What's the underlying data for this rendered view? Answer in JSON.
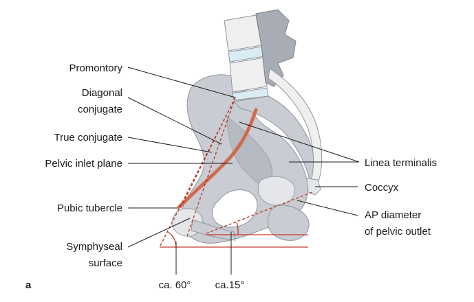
{
  "labels": {
    "promontory": "Promontory",
    "diagonal_conjugate_line1": "Diagonal",
    "diagonal_conjugate_line2": "conjugate",
    "true_conjugate": "True conjugate",
    "pelvic_inlet_plane": "Pelvic inlet plane",
    "pubic_tubercle": "Pubic tubercle",
    "symphyseal_surface_line1": "Symphyseal",
    "symphyseal_surface_line2": "surface",
    "linea_terminalis": "Linea terminalis",
    "coccyx": "Coccyx",
    "ap_diameter_line1": "AP diameter",
    "ap_diameter_line2": "of pelvic outlet",
    "angle_60": "ca. 60°",
    "angle_15": "ca.15°",
    "panel_letter": "a"
  },
  "colors": {
    "bone": "#c9ccd2",
    "disc": "#d9ecf3",
    "measurement_red": "#c0392b",
    "linea_terminalis": "#d06a4e",
    "text": "#1a1a1a"
  }
}
